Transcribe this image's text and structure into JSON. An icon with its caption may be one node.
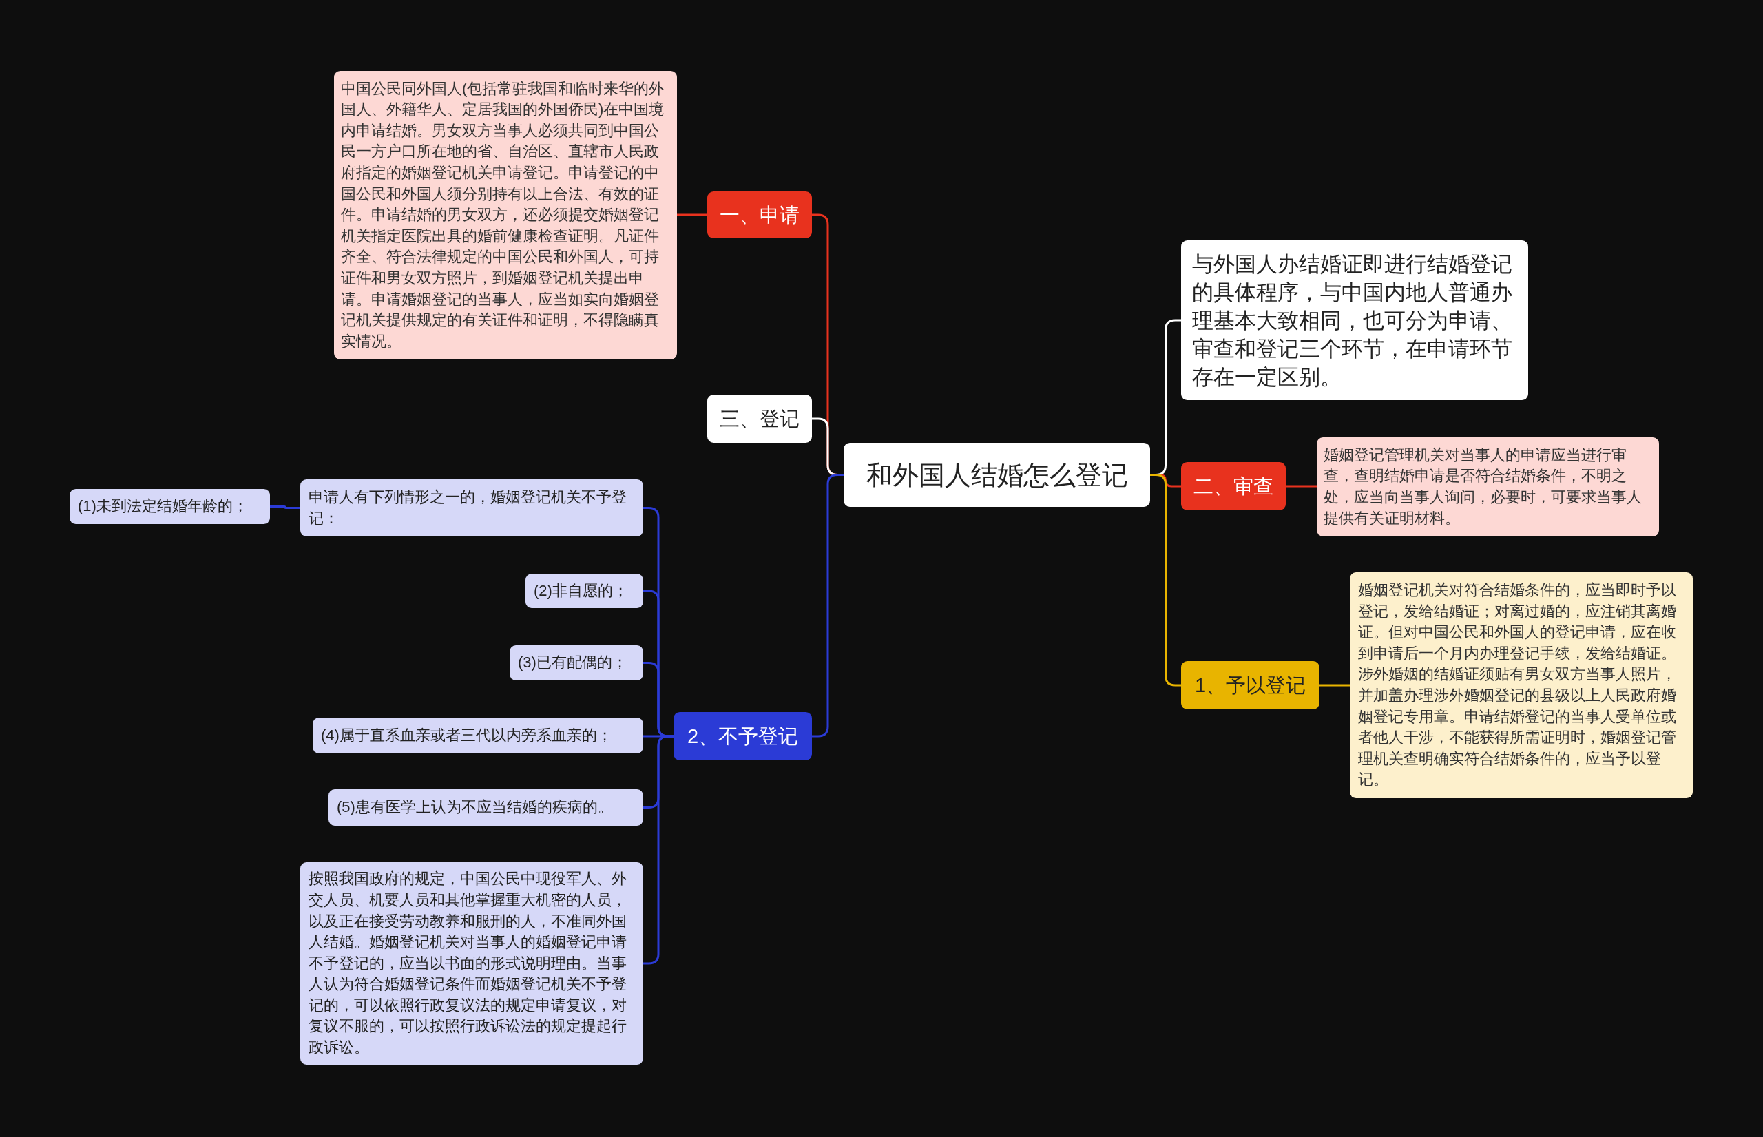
{
  "diagram": {
    "nodes": [
      {
        "text": [
          "和外国人结婚怎么登记"
        ]
      },
      {
        "text": [
          "一、申请"
        ]
      },
      {
        "text": [
          "中国公民同外国人(包括常驻我国和临时来华的外国人、外籍华人、定居我国的外国侨民)在中国境内申请结婚。男女双方当事人必须共同到中国公民一方户口所在地的省、自治区、直辖市人民政府指定的婚姻登记机关申请登记。申请登记的中国公民和外国人须分别持有以上合法、有效的证件。申请结婚的男女双方，还必须提交婚姻登记机关指定医院出具的婚前健康检查证明。凡证件齐全、符合法律规定的中国公民和外国人，可持证件和男女双方照片，到婚姻登记机关提出申请。申请婚姻登记的当事人，应当如实向婚姻登记机关提供规定的有关证件和证明，不得隐瞒真实情况。"
        ]
      },
      {
        "text": [
          "三、登记"
        ]
      },
      {
        "text": [
          "2、不予登记"
        ]
      },
      {
        "text": [
          "申请人有下列情形之一的，婚姻登记机关不予登记："
        ]
      },
      {
        "text": [
          "(1)未到法定结婚年龄的；"
        ]
      },
      {
        "text": [
          "(2)非自愿的；"
        ]
      },
      {
        "text": [
          "(3)已有配偶的；"
        ]
      },
      {
        "text": [
          "(4)属于直系血亲或者三代以内旁系血亲的；"
        ]
      },
      {
        "text": [
          "(5)患有医学上认为不应当结婚的疾病的。"
        ]
      },
      {
        "text": [
          "按照我国政府的规定，中国公民中现役军人、外交人员、机要人员和其他掌握重大机密的人员，以及正在接受劳动教养和服刑的人，不准同外国人结婚。婚姻登记机关对当事人的婚姻登记申请不予登记的，应当以书面的形式说明理由。当事人认为符合婚姻登记条件而婚姻登记机关不予登记的，可以依照行政复议法的规定申请复议，对复议不服的，可以按照行政诉讼法的规定提起行政诉讼。"
        ]
      },
      {
        "text": [
          "与外国人办结婚证即进行结婚登记的具体程序，与中国内地人普通办理基本大致相同，也可分为申请、审查和登记三个环节，在申请环节存在一定区别。"
        ]
      },
      {
        "text": [
          "二、审查"
        ]
      },
      {
        "text": [
          "婚姻登记管理机关对当事人的申请应当进行审查，查明结婚申请是否符合结婚条件，不明之处，应当向当事人询问，必要时，可要求当事人提供有关证明材料。"
        ]
      },
      {
        "text": [
          "1、予以登记"
        ]
      },
      {
        "text": [
          "婚姻登记机关对符合结婚条件的，应当即时予以登记，发给结婚证；对离过婚的，应注销其离婚证。但对中国公民和外国人的登记申请，应在收到申请后一个月内办理登记手续，发给结婚证。涉外婚姻的结婚证须贴有男女双方当事人照片，并加盖办理涉外婚姻登记的县级以上人民政府婚姻登记专用章。申请结婚登记的当事人受单位或者他人干涉，不能获得所需证明时，婚姻登记管理机关查明确实符合结婚条件的，应当予以登记。"
        ]
      }
    ],
    "edges": [
      {
        "from": 0,
        "to": 1,
        "arrow": "none",
        "color": "#e8321e"
      },
      {
        "from": 1,
        "to": 2,
        "arrow": "none",
        "color": "#e8321e"
      },
      {
        "from": 0,
        "to": 3,
        "arrow": "none",
        "color": "#ffffff"
      },
      {
        "from": 0,
        "to": 4,
        "arrow": "none"
      },
      {
        "from": 4,
        "to": 5,
        "arrow": "none"
      },
      {
        "from": 5,
        "to": 6,
        "arrow": "none"
      },
      {
        "from": 4,
        "to": 7,
        "arrow": "none"
      },
      {
        "from": 4,
        "to": 8,
        "arrow": "none"
      },
      {
        "from": 4,
        "to": 9,
        "arrow": "none"
      },
      {
        "from": 4,
        "to": 10,
        "arrow": "none"
      },
      {
        "from": 4,
        "to": 11,
        "arrow": "none"
      },
      {
        "from": 0,
        "to": 12,
        "arrow": "none",
        "color": "#ffffff"
      },
      {
        "from": 0,
        "to": 13,
        "arrow": "none",
        "color": "#e8321e"
      },
      {
        "from": 13,
        "to": 14,
        "arrow": "none",
        "color": "#e8321e"
      },
      {
        "from": 0,
        "to": 15,
        "arrow": "none",
        "color": "#e8b400"
      },
      {
        "from": 15,
        "to": 16,
        "arrow": "none",
        "color": "#e8b400"
      }
    ]
  }
}
